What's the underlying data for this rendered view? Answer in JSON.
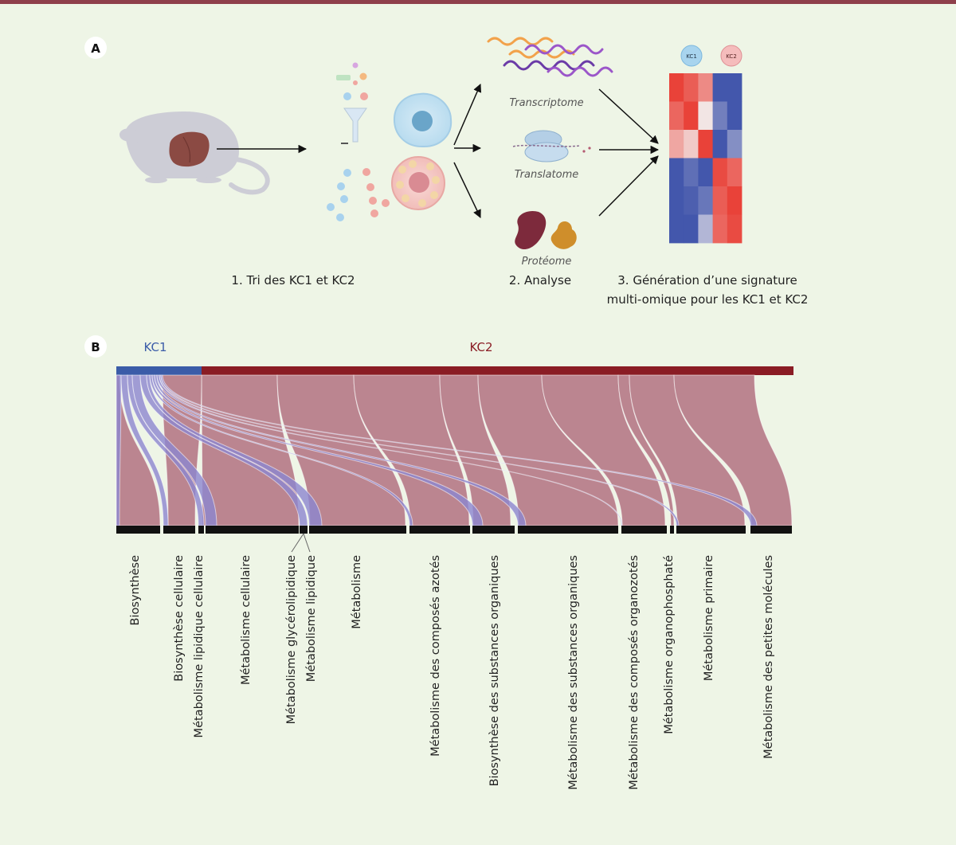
{
  "panel_a": {
    "letter": "A",
    "step1": "1. Tri des KC1 et KC2",
    "step2": "2. Analyse",
    "step3_line1": "3. Génération d’une signature",
    "step3_line2": "multi-omique pour les KC1 et KC2",
    "omics": [
      "Transcriptome",
      "Translatome",
      "Protéome"
    ],
    "cell_badge_1": "KC1",
    "cell_badge_2": "KC2",
    "heatmap_values": [
      [
        0.95,
        0.8,
        0.55,
        -0.95,
        -0.95
      ],
      [
        0.75,
        0.95,
        0.05,
        -0.7,
        -0.95
      ],
      [
        0.4,
        0.2,
        0.95,
        -0.95,
        -0.6
      ],
      [
        -0.95,
        -0.8,
        -0.95,
        0.9,
        0.75
      ],
      [
        -0.95,
        -0.9,
        -0.75,
        0.8,
        0.95
      ],
      [
        -0.95,
        -0.95,
        -0.35,
        0.75,
        0.9
      ]
    ],
    "colors": {
      "high": "#e8392f",
      "low": "#3a4fa8",
      "mid": "#f3eeee"
    }
  },
  "panel_b": {
    "letter": "B",
    "groups": [
      {
        "name": "KC1",
        "color": "#3b5ca8"
      },
      {
        "name": "KC2",
        "color": "#8a1c24"
      }
    ],
    "categories": [
      "Biosynthèse",
      "Biosynthèse cellulaire",
      "Métabolisme lipidique cellulaire",
      "Métabolisme cellulaire",
      "Métabolisme glycérolipidique",
      "Métabolisme lipidique",
      "Métabolisme",
      "Métabolisme des composés azotés",
      "Biosynthèse des substances organiques",
      "Métabolisme des substances organiques",
      "Métabolisme des composés organozotés",
      "Métabolisme organophosphaté",
      "Métabolisme primaire",
      "Métabolisme des petites molécules"
    ],
    "colors": {
      "kc1_flow": "#8c86cf",
      "kc2_flow": "#b77e8b"
    }
  }
}
